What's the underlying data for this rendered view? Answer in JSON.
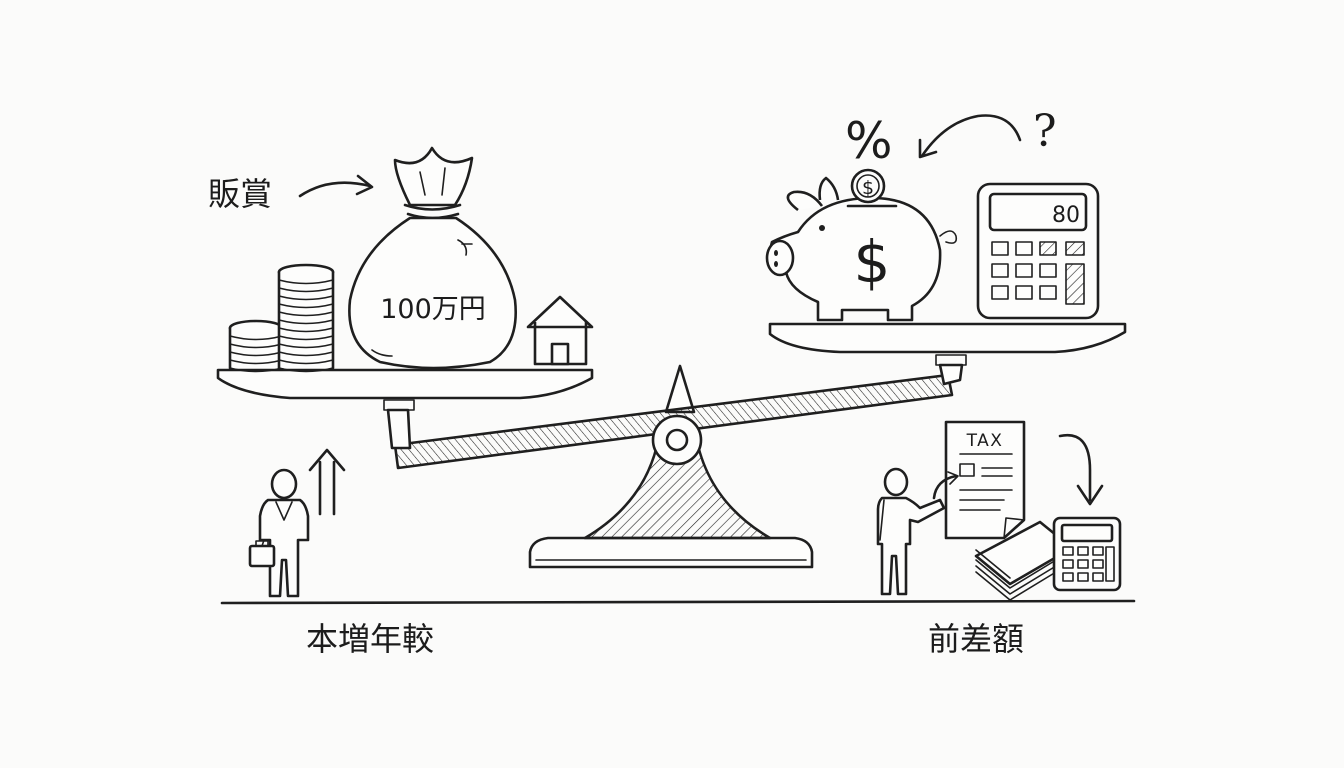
{
  "left_side": {
    "annotation_label": "販賞",
    "money_bag_label": "100万円",
    "bottom_label": "本増年較"
  },
  "right_side": {
    "percent_symbol": "%",
    "question_mark": "?",
    "piggy_symbol": "$",
    "coin_symbol": "$",
    "calculator_display": "80",
    "tax_doc_title": "TAX",
    "bottom_label": "前差額"
  },
  "colors": {
    "ink": "#1f1f1f",
    "paper": "#fdfdfc"
  },
  "icons": [
    "coin-stack-icon",
    "money-bag-icon",
    "house-icon",
    "piggy-bank-icon",
    "calculator-icon",
    "balance-scale-icon",
    "person-briefcase-icon",
    "up-arrow-icon",
    "person-pointing-icon",
    "tax-document-icon",
    "paper-stack-icon",
    "down-arrow-icon"
  ]
}
